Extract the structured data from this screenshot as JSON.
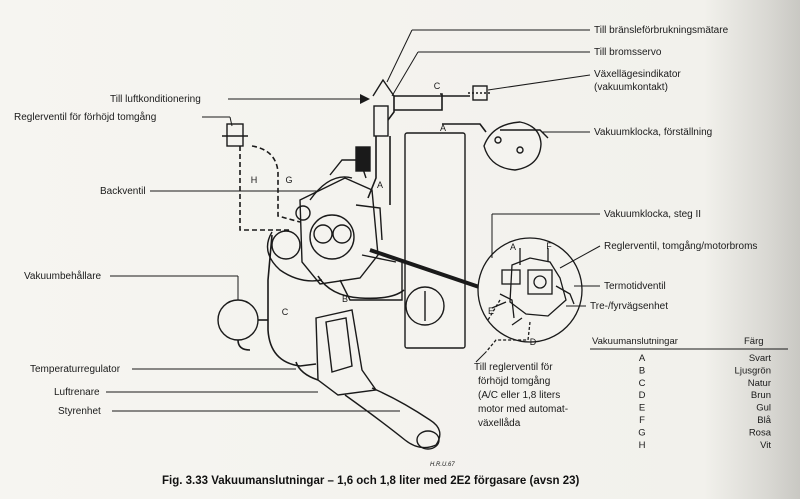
{
  "callouts_right": [
    {
      "id": "fuel-gauge",
      "text": "Till bränsleförbrukningsmätare"
    },
    {
      "id": "brake-servo",
      "text": "Till bromsservo"
    },
    {
      "id": "gear-indicator-1",
      "text": "Växellägesindikator"
    },
    {
      "id": "gear-indicator-2",
      "text": "(vakuumkontakt)"
    },
    {
      "id": "vacuum-advance",
      "text": "Vakuumklocka, förställning"
    },
    {
      "id": "vacuum-stage2",
      "text": "Vakuumklocka, steg II"
    },
    {
      "id": "control-valve",
      "text": "Reglerventil, tomgång/motorbroms"
    },
    {
      "id": "thermo-valve",
      "text": "Termotidventil"
    },
    {
      "id": "three-four-way",
      "text": "Tre-/fyrvägsenhet"
    }
  ],
  "callouts_left": [
    {
      "id": "ac",
      "text": "Till luftkonditionering"
    },
    {
      "id": "idle-valve",
      "text": "Reglerventil för förhöjd tomgång"
    },
    {
      "id": "check-valve",
      "text": "Backventil"
    },
    {
      "id": "vacuum-tank",
      "text": "Vakuumbehållare"
    },
    {
      "id": "temp-regulator",
      "text": "Temperaturregulator"
    },
    {
      "id": "air-cleaner",
      "text": "Luftrenare"
    },
    {
      "id": "control-unit",
      "text": "Styrenhet"
    }
  ],
  "bottom_note": [
    "Till reglerventil för",
    "förhöjd tomgång",
    "(A/C eller 1,8 liters",
    "motor med automat-",
    "växellåda"
  ],
  "hose_letters": [
    "A",
    "B",
    "C",
    "D",
    "E",
    "F",
    "G",
    "H"
  ],
  "table": {
    "header_hose": "Vakuumanslutningar",
    "header_color": "Färg",
    "rows": [
      {
        "hose": "A",
        "color": "Svart"
      },
      {
        "hose": "B",
        "color": "Ljusgrön"
      },
      {
        "hose": "C",
        "color": "Natur"
      },
      {
        "hose": "D",
        "color": "Brun"
      },
      {
        "hose": "E",
        "color": "Gul"
      },
      {
        "hose": "F",
        "color": "Blå"
      },
      {
        "hose": "G",
        "color": "Rosa"
      },
      {
        "hose": "H",
        "color": "Vit"
      }
    ]
  },
  "signature": "H.R.U.67",
  "caption": "Fig. 3.33  Vakuumanslutningar – 1,6 och 1,8 liter med 2E2 förgasare (avsn 23)"
}
